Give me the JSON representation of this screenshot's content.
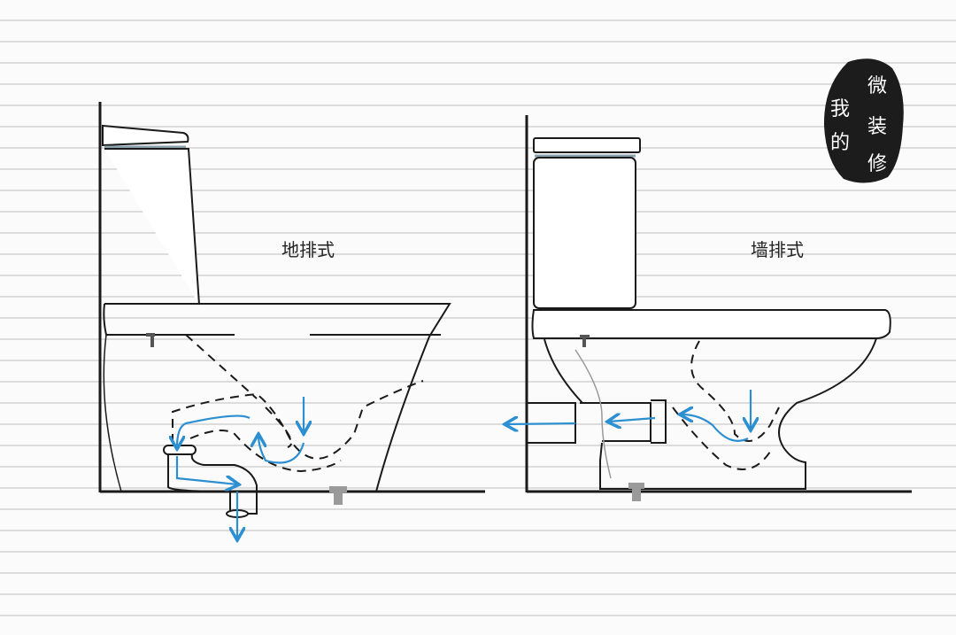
{
  "labels": {
    "floor_drain": "地排式",
    "wall_drain": "墙排式"
  },
  "logo": {
    "text": "我的微装修",
    "chars": [
      "微",
      "装",
      "修",
      "我",
      "的"
    ]
  },
  "colors": {
    "flow_arrow": "#2b8fd1",
    "outline": "#1a1a1a",
    "bolt": "#9a9a9a",
    "logo_ink": "#1c1c1c"
  }
}
